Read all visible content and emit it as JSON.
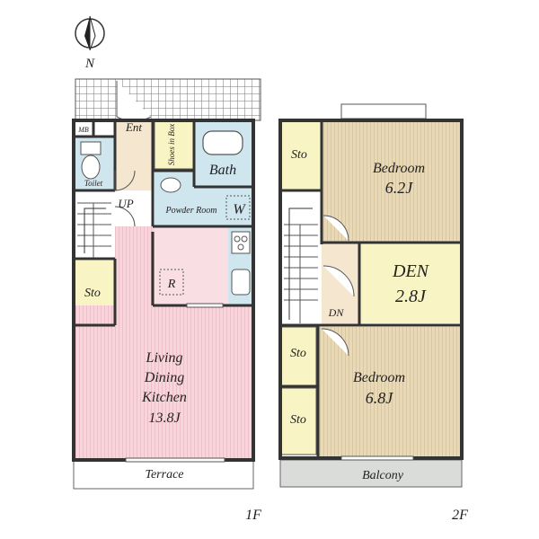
{
  "compass": {
    "north_label": "N"
  },
  "floors": {
    "first": {
      "label": "1F",
      "rooms": {
        "mb": "MB",
        "ent": "Ent",
        "shoes": "Shoes in Box",
        "toilet": "Toilet",
        "bath": "Bath",
        "up": "UP",
        "powder": "Powder Room",
        "washer": "W",
        "fridge": "R",
        "storage": "Sto",
        "ldk_line1": "Living",
        "ldk_line2": "Dining",
        "ldk_line3": "Kitchen",
        "ldk_size": "13.8J",
        "terrace": "Terrace"
      }
    },
    "second": {
      "label": "2F",
      "rooms": {
        "storage_top": "Sto",
        "bedroom1": "Bedroom",
        "bedroom1_size": "6.2J",
        "den": "DEN",
        "den_size": "2.8J",
        "dn": "DN",
        "storage_mid": "Sto",
        "storage_bottom": "Sto",
        "bedroom2": "Bedroom",
        "bedroom2_size": "6.8J",
        "balcony": "Balcony"
      }
    }
  },
  "colors": {
    "wall": "#333333",
    "living": "#f6d6dc",
    "kitchen": "#f9dfe3",
    "wet": "#cfe6ef",
    "storage": "#f8f4c4",
    "bedroom": "#e8d9b8",
    "entry": "#f4e6cf",
    "balcony": "#d9dcd9"
  }
}
